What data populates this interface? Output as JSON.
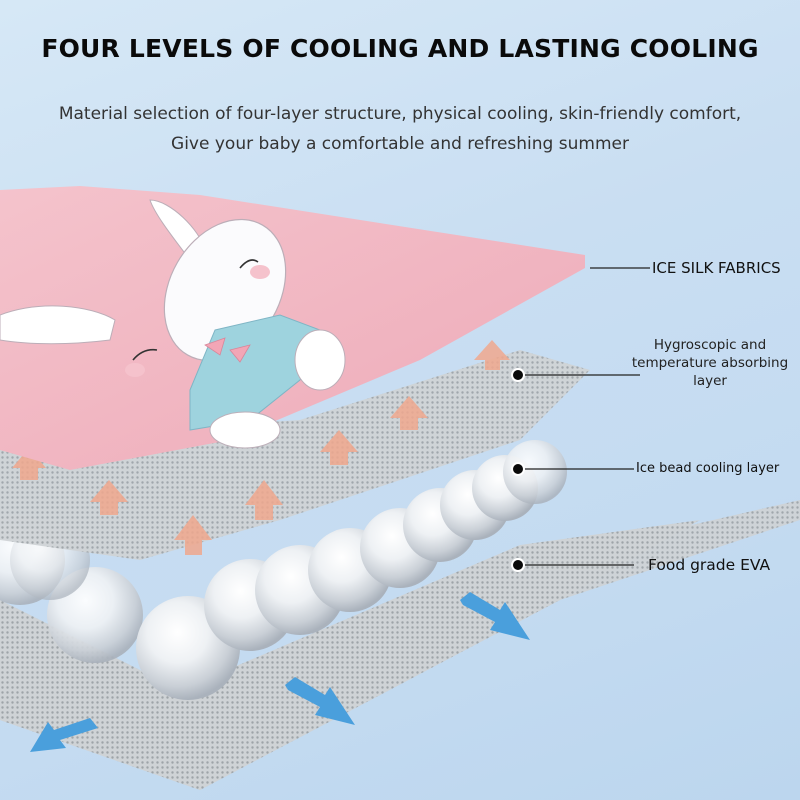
{
  "header": {
    "title": "FOUR LEVELS OF COOLING AND LASTING COOLING",
    "subtitle_line1": "Material selection of four-layer structure, physical cooling, skin-friendly comfort,",
    "subtitle_line2": "Give your baby a comfortable and refreshing summer"
  },
  "layers": [
    {
      "label": "ICE SILK FABRICS",
      "icon": "pink-bunny-fabric"
    },
    {
      "label": "Hygroscopic and temperature absorbing layer",
      "icon": "mesh-layer"
    },
    {
      "label": "Ice bead cooling layer",
      "icon": "ice-beads"
    },
    {
      "label": "Food grade EVA",
      "icon": "eva-mesh"
    }
  ],
  "colors": {
    "background": "#c9def2",
    "fabric_pink": "#f2b9c4",
    "heat_arrow": "#f0a88e",
    "cool_arrow": "#4a9fdc",
    "mesh": "#c8cccf"
  }
}
